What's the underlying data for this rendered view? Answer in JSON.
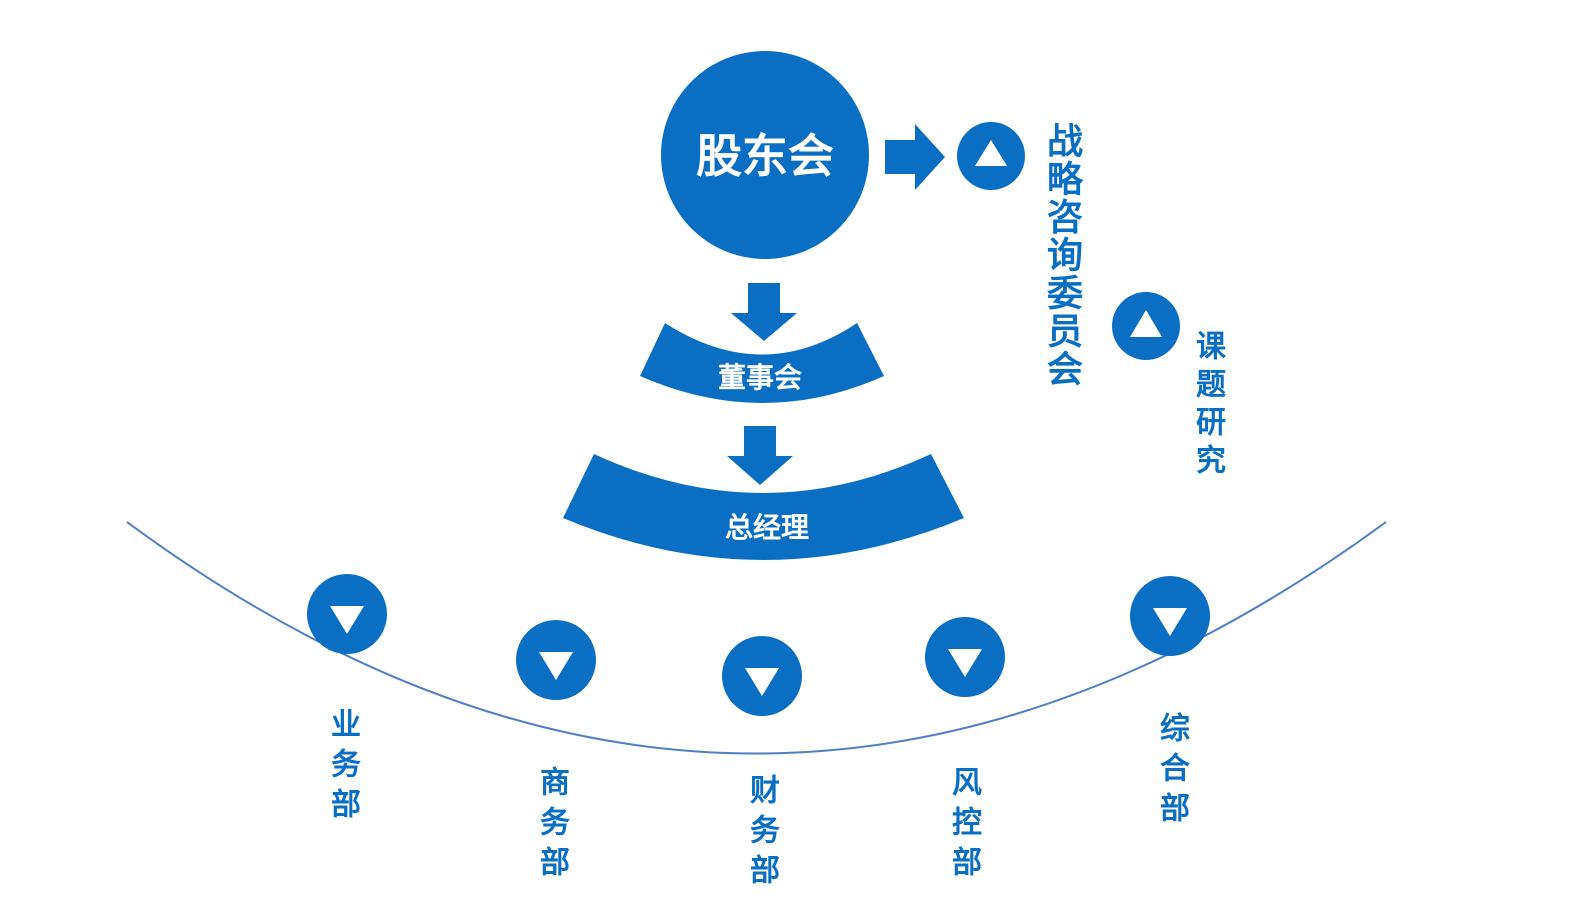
{
  "colors": {
    "primary": "#0a6fc2",
    "curve": "#4f7ec3",
    "text_on_primary": "#ffffff"
  },
  "shareholders": {
    "label": "股东会"
  },
  "board": {
    "label": "董事会"
  },
  "general_manager": {
    "label": "总经理"
  },
  "strategy_committee": {
    "label": "战略咨询委员会",
    "icon": "triangle-up-icon"
  },
  "topic_research": {
    "label": "课题研究",
    "icon": "triangle-up-icon"
  },
  "departments": [
    {
      "label": "业务部",
      "icon": "triangle-down-icon"
    },
    {
      "label": "商务部",
      "icon": "triangle-down-icon"
    },
    {
      "label": "财务部",
      "icon": "triangle-down-icon"
    },
    {
      "label": "风控部",
      "icon": "triangle-down-icon"
    },
    {
      "label": "综合部",
      "icon": "triangle-down-icon"
    }
  ]
}
